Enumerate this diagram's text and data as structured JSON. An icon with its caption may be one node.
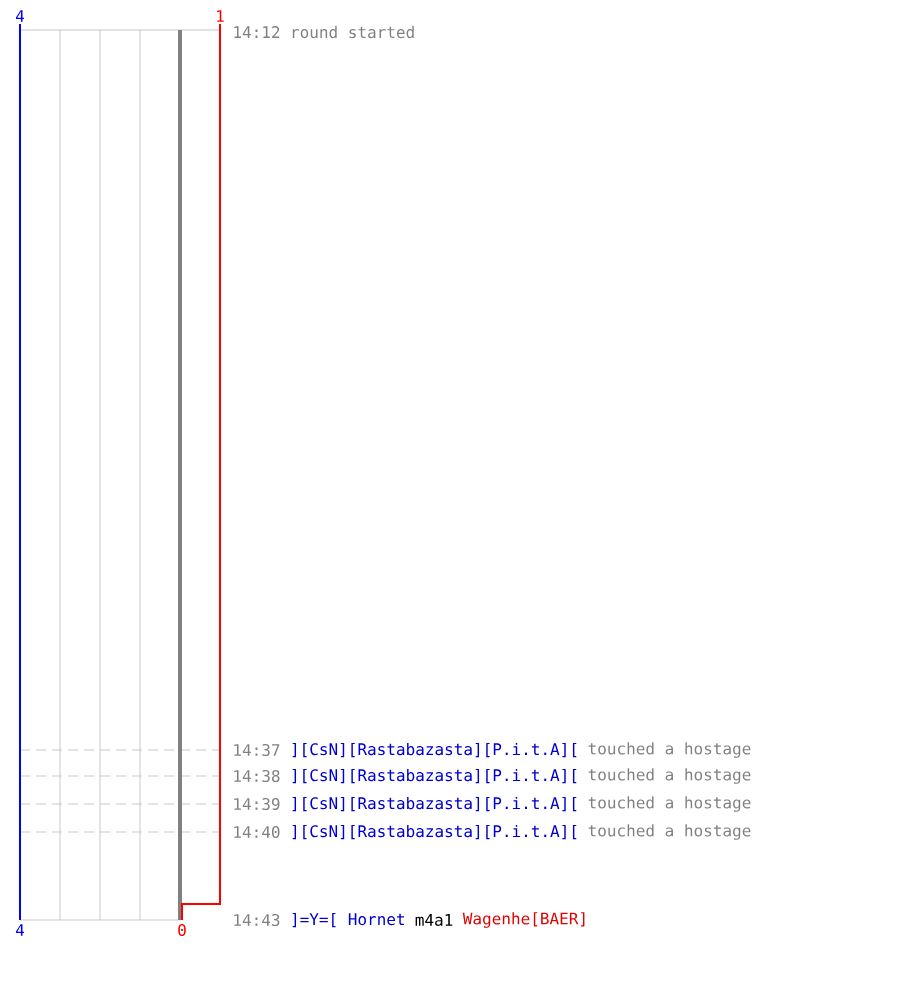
{
  "diagram": {
    "labels": [
      "4",
      "1",
      "14:12",
      "round started",
      "14:37",
      "][CsN][Rastabazasta][P.i.t.A][",
      "touched a hostage",
      "14:38",
      "][CsN][Rastabazasta][P.i.t.A][",
      "touched a hostage",
      "14:39",
      "][CsN][Rastabazasta][P.i.t.A][",
      "touched a hostage",
      "14:40",
      "][CsN][Rastabazasta][P.i.t.A][",
      "touched a hostage",
      "4",
      "0",
      "14:43",
      "]=Y=[ Hornet",
      "m4a1",
      "Wagenhe[BAER]"
    ]
  }
}
